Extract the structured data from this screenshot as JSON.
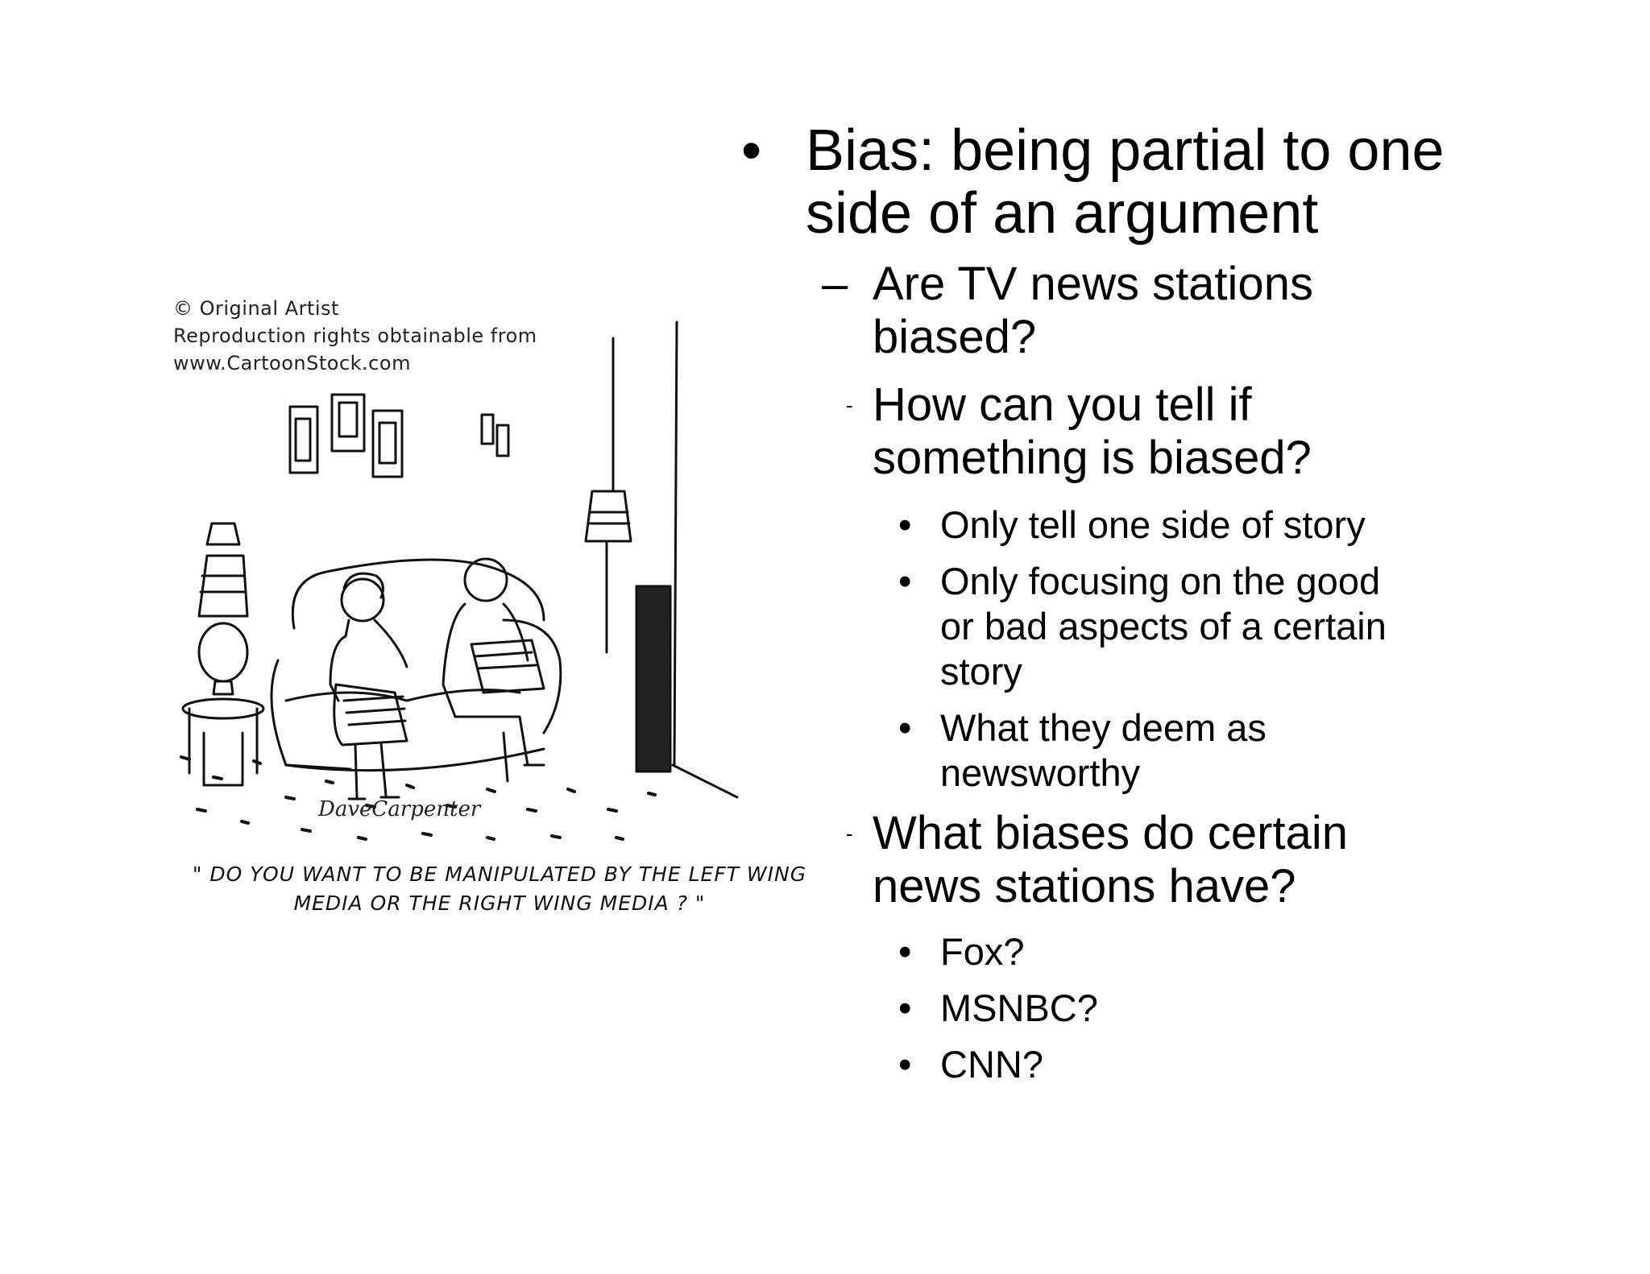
{
  "cartoon": {
    "credit_lines": [
      "© Original Artist",
      "Reproduction rights obtainable from",
      "www.CartoonStock.com"
    ],
    "signature": "DaveCarpenter",
    "caption_lines": [
      "\" Do you want to be manipulated by the left wing",
      "media or the right wing media ? \""
    ]
  },
  "slide": {
    "main_bullet": {
      "marker": "•",
      "text_lines": [
        "Bias: being partial to one",
        "side of an argument"
      ]
    },
    "sub_bullets": [
      {
        "marker": "–",
        "text_lines": [
          "Are TV news stations",
          "biased?"
        ]
      },
      {
        "marker": "-",
        "text_lines": [
          "How can you tell if",
          "something is biased?"
        ],
        "items": [
          {
            "marker": "•",
            "text_lines": [
              "Only tell one side of story"
            ]
          },
          {
            "marker": "•",
            "text_lines": [
              "Only focusing on the good",
              "or bad aspects of a certain",
              "story"
            ]
          },
          {
            "marker": "•",
            "text_lines": [
              "What they deem as",
              "newsworthy"
            ]
          }
        ]
      },
      {
        "marker": "-",
        "text_lines": [
          "What biases do certain",
          "news stations have?"
        ],
        "items": [
          {
            "marker": "•",
            "text_lines": [
              "Fox?"
            ]
          },
          {
            "marker": "•",
            "text_lines": [
              "MSNBC?"
            ]
          },
          {
            "marker": "•",
            "text_lines": [
              "CNN?"
            ]
          }
        ]
      }
    ]
  }
}
